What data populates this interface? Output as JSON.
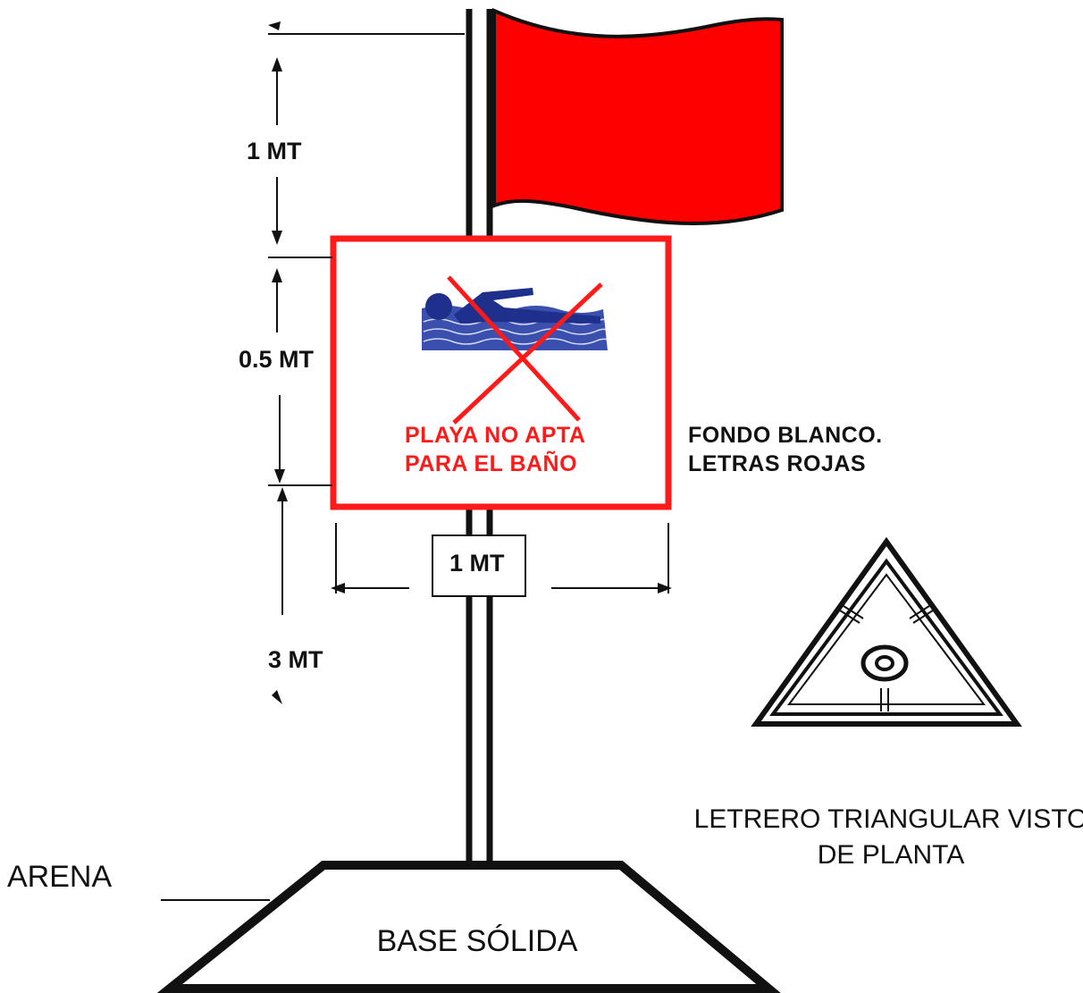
{
  "colors": {
    "flag": "#ff0000",
    "sign_border": "#ff1a1a",
    "sign_text": "#ff1a1a",
    "swimmer": "#1e2f8c",
    "waves": "#3a4fae",
    "cross": "#ff1a1a",
    "lines": "#111111"
  },
  "labels": {
    "dim_flag": "1 MT",
    "dim_sign_height": "0.5 MT",
    "dim_sign_width": "1 MT",
    "dim_pole": "3 MT",
    "sign_line1": "PLAYA NO APTA",
    "sign_line2": "PARA EL BAÑO",
    "note_line1": "FONDO BLANCO.",
    "note_line2": "LETRAS ROJAS",
    "triangle_line1": "LETRERO TRIANGULAR VISTO",
    "triangle_line2": "DE PLANTA",
    "arena": "ARENA",
    "base": "BASE SÓLIDA"
  },
  "icons": [
    "no-swimming-icon",
    "triangle-sign-top-view-icon"
  ]
}
